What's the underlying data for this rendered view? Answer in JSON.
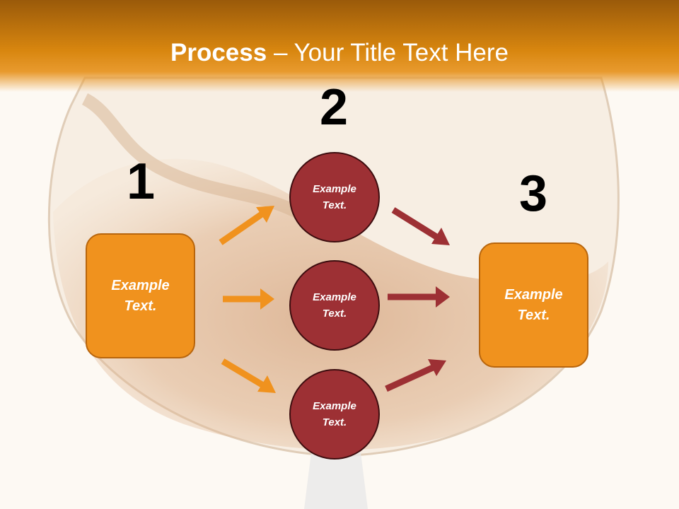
{
  "slide": {
    "title_bold": "Process",
    "title_rest": " – Your Title Text Here"
  },
  "steps": [
    {
      "number": "1",
      "label": "Example\nText."
    },
    {
      "number": "2",
      "labels": [
        "Example\nText.",
        "Example\nText.",
        "Example\nText."
      ]
    },
    {
      "number": "3",
      "label": "Example\nText."
    }
  ],
  "colors": {
    "header": "#d8860f",
    "box_fill": "#f0921e",
    "circle_fill": "#9d3034",
    "arrow_orange": "#f0921e",
    "arrow_red": "#9d3034",
    "background": "#fdf9f3"
  }
}
